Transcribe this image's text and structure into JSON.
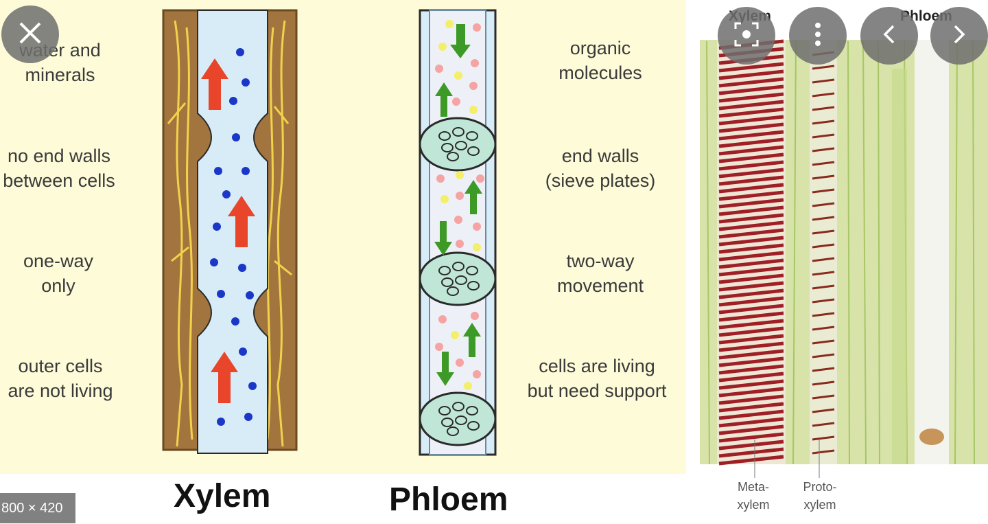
{
  "diagram": {
    "xylem_labels": [
      "water and\nminerals",
      "no end walls\nbetween cells",
      "one-way\nonly",
      "outer cells\nare not living"
    ],
    "phloem_labels": [
      "organic\nmolecules",
      "end walls\n(sieve plates)",
      "two-way\nmovement",
      "cells are living\nbut need support"
    ],
    "xylem_title": "Xylem",
    "phloem_title": "Phloem"
  },
  "micrograph": {
    "xylem_overlay": "Xylem",
    "phloem_overlay": "Phloem",
    "meta_label": "Meta-\nxylem",
    "proto_label": "Proto-\nxylem"
  },
  "viewer": {
    "close_icon": "close-icon",
    "lens_icon": "lens-icon",
    "more_icon": "more-vertical-icon",
    "prev_icon": "chevron-left-icon",
    "next_icon": "chevron-right-icon",
    "size_badge": "800 × 420"
  },
  "colors": {
    "background": "#fdfbd8",
    "wood": "#a2753f",
    "fluid": "#d8ecf8",
    "red_arrow": "#e8452a",
    "green_arrow": "#3d9a27",
    "dot_blue": "#1a37c8"
  }
}
